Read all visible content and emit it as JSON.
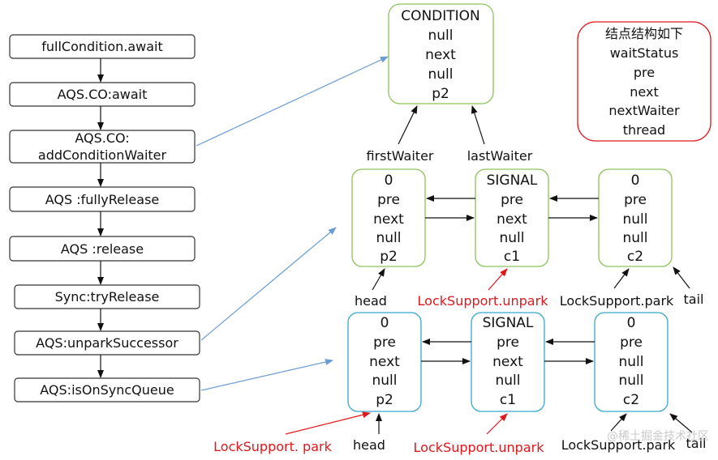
{
  "colors": {
    "green_border": "#8dc45a",
    "cyan_border": "#35a8cc",
    "red": "#e2161b",
    "blue_arrow": "#6b9bd2",
    "black": "#111111"
  },
  "flow": [
    "fullCondition.await",
    "AQS.CO:await",
    [
      "AQS.CO:",
      "addConditionWaiter"
    ],
    "AQS :fullyRelease",
    "AQS :release",
    "Sync:tryRelease",
    "AQS:unparkSuccessor",
    "AQS:isOnSyncQueue"
  ],
  "condition_node": [
    "CONDITION",
    "null",
    "next",
    "null",
    "p2"
  ],
  "legend": {
    "title": "结点结构如下",
    "fields": [
      "waitStatus",
      "pre",
      "next",
      "nextWaiter",
      "thread"
    ]
  },
  "queue_top": [
    [
      "0",
      "pre",
      "next",
      "null",
      "p2"
    ],
    [
      "SIGNAL",
      "pre",
      "next",
      "null",
      "c1"
    ],
    [
      "0",
      "pre",
      "null",
      "null",
      "c2"
    ]
  ],
  "queue_bottom": [
    [
      "0",
      "pre",
      "next",
      "null",
      "p2"
    ],
    [
      "SIGNAL",
      "pre",
      "next",
      "null",
      "c1"
    ],
    [
      "0",
      "pre",
      "null",
      "null",
      "c2"
    ]
  ],
  "labels": {
    "first_waiter": "firstWaiter",
    "last_waiter": "lastWaiter",
    "head_top": "head",
    "tail_top": "tail",
    "unpark_top": "LockSupport.unpark",
    "park_top": "LockSupport.park",
    "head_bottom": "head",
    "tail_bottom": "tail",
    "park_bottom_red": "LockSupport. park",
    "unpark_bottom": "LockSupport.unpark",
    "park_bottom": "LockSupport.park"
  },
  "watermark": "@稀土掘金技术社区"
}
